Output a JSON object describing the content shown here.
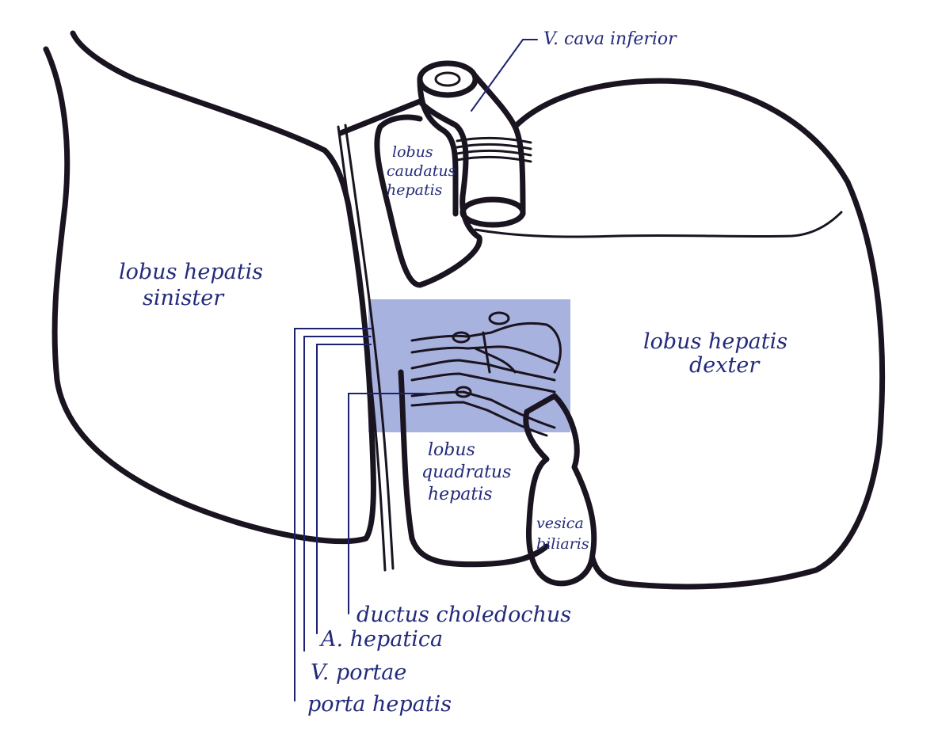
{
  "labels": {
    "vena_cava": "V. cava inferior",
    "caudate_line1": "lobus",
    "caudate_line2": "caudatus",
    "caudate_line3": "hepatis",
    "left_lobe_line1": "lobus hepatis",
    "left_lobe_line2": "sinister",
    "right_lobe_line1": "lobus hepatis",
    "right_lobe_line2": "dexter",
    "quadrate_line1": "lobus",
    "quadrate_line2": "quadratus",
    "quadrate_line3": "hepatis",
    "gallbladder_line1": "vesica",
    "gallbladder_line2": "biliaris",
    "bile_duct": "ductus choledochus",
    "hepatic_artery": "A. hepatica",
    "portal_vein": "V. portae",
    "porta": "porta hepatis"
  },
  "colors": {
    "outline": "#1a1420",
    "ink": "#232a7a",
    "porta_shading": "#3f55b8"
  }
}
